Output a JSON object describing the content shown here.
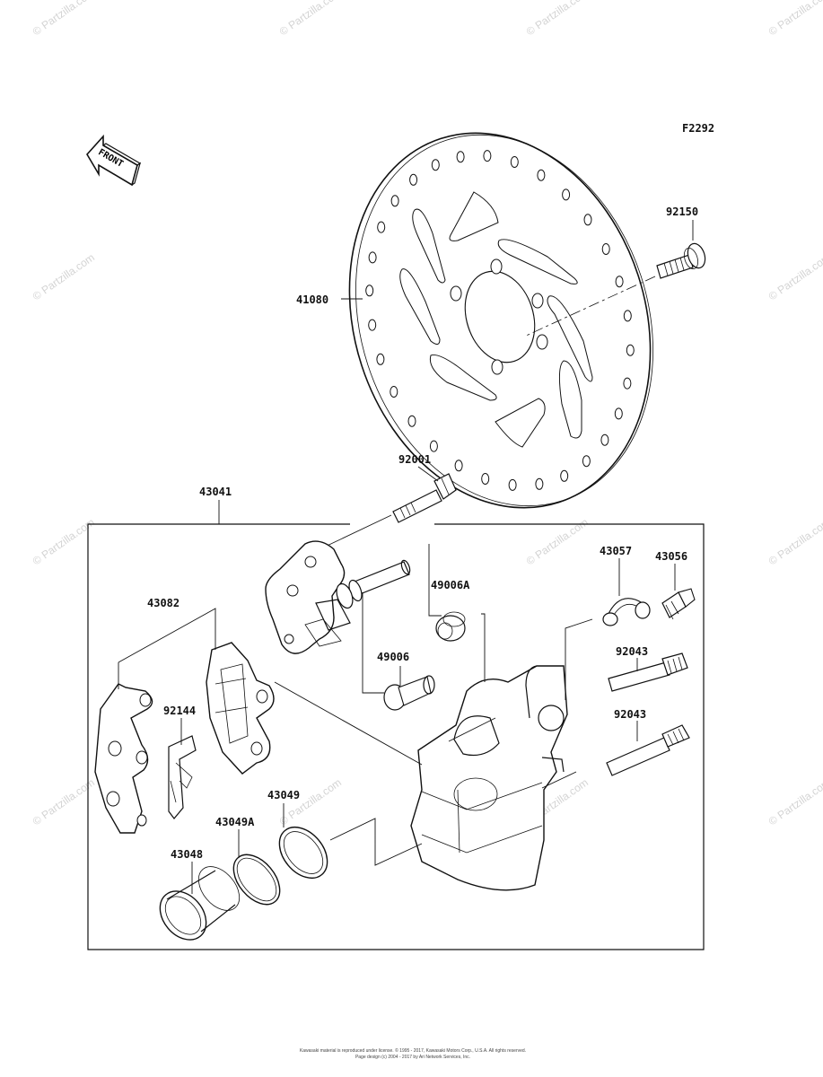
{
  "figure_code": "F2292",
  "front_label": "FRONT",
  "watermark": "© Partzilla.com",
  "parts": {
    "p92150": "92150",
    "p41080": "41080",
    "p92001": "92001",
    "p43041": "43041",
    "p43057": "43057",
    "p43056": "43056",
    "p49006A": "49006A",
    "p43082": "43082",
    "p49006": "49006",
    "p92043a": "92043",
    "p92144": "92144",
    "p92043b": "92043",
    "p43049": "43049",
    "p43049A": "43049A",
    "p43048": "43048"
  },
  "footer": {
    "line1": "Kawasaki material is reproduced under license. © 1995 - 2017, Kawasaki Motors Corp., U.S.A. All rights reserved.",
    "line2": "Page design (c) 2004 - 2017 by Ari Network Services, Inc."
  }
}
